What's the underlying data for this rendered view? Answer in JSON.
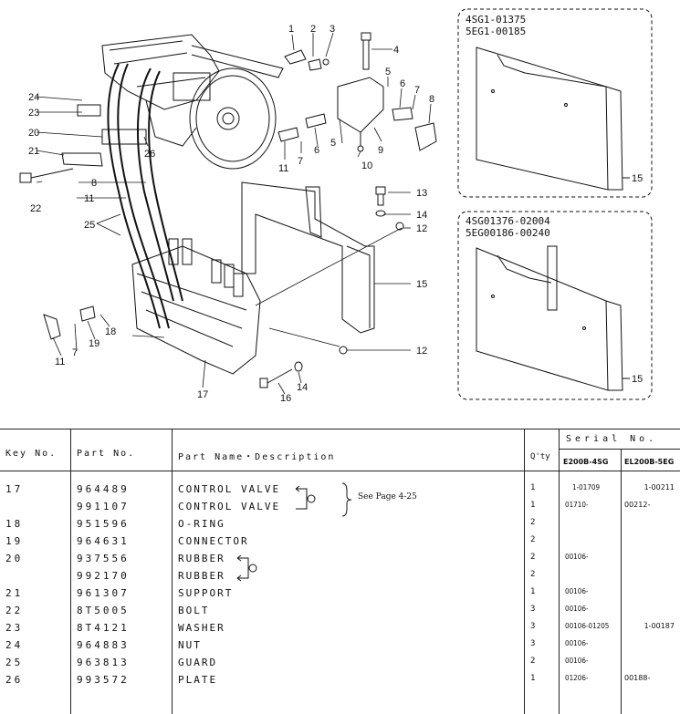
{
  "diagram": {
    "callouts": [
      "1",
      "2",
      "3",
      "4",
      "5",
      "6",
      "7",
      "8",
      "9",
      "10",
      "11",
      "12",
      "13",
      "14",
      "15",
      "16",
      "17",
      "18",
      "19",
      "20",
      "21",
      "22",
      "23",
      "24",
      "25",
      "26"
    ],
    "inset_top": {
      "serials": [
        "4SG1-01375",
        "5EG1-00185"
      ],
      "callout": "15"
    },
    "inset_bottom": {
      "serials": [
        "4SG01376-02004",
        "5EG00186-00240"
      ],
      "callout": "15"
    }
  },
  "table": {
    "headers": {
      "key_no": "Key No.",
      "part_no": "Part No.",
      "description": "Part Name・Description",
      "qty": "Q'ty",
      "serial": "Serial No.",
      "serial_col1": "E200B-4SG",
      "serial_col2": "EL200B-5EG"
    },
    "note": "See Page 4-25",
    "rows": [
      {
        "key": "17",
        "part": "964489",
        "name": "CONTROL VALVE",
        "qty": "1",
        "s1": "1-01709",
        "s2": "1-00211"
      },
      {
        "key": "",
        "part": "991107",
        "name": "CONTROL VALVE",
        "qty": "1",
        "s1": "01710-",
        "s2": "00212-"
      },
      {
        "key": "18",
        "part": "951596",
        "name": "O-RING",
        "qty": "2",
        "s1": "",
        "s2": ""
      },
      {
        "key": "19",
        "part": "964631",
        "name": "CONNECTOR",
        "qty": "2",
        "s1": "",
        "s2": ""
      },
      {
        "key": "20",
        "part": "937556",
        "name": "RUBBER",
        "qty": "2",
        "s1": "00106-",
        "s2": ""
      },
      {
        "key": "",
        "part": "992170",
        "name": "RUBBER",
        "qty": "2",
        "s1": "",
        "s2": ""
      },
      {
        "key": "21",
        "part": "961307",
        "name": "SUPPORT",
        "qty": "1",
        "s1": "00106-",
        "s2": ""
      },
      {
        "key": "22",
        "part": "8T5005",
        "name": "BOLT",
        "qty": "3",
        "s1": "00106-",
        "s2": ""
      },
      {
        "key": "23",
        "part": "8T4121",
        "name": "WASHER",
        "qty": "3",
        "s1": "00106-01205",
        "s2": "1-00187"
      },
      {
        "key": "24",
        "part": "964883",
        "name": "NUT",
        "qty": "3",
        "s1": "00106-",
        "s2": ""
      },
      {
        "key": "25",
        "part": "963813",
        "name": "GUARD",
        "qty": "2",
        "s1": "00106-",
        "s2": ""
      },
      {
        "key": "26",
        "part": "993572",
        "name": "PLATE",
        "qty": "1",
        "s1": "01206-",
        "s2": "00188-"
      }
    ]
  }
}
